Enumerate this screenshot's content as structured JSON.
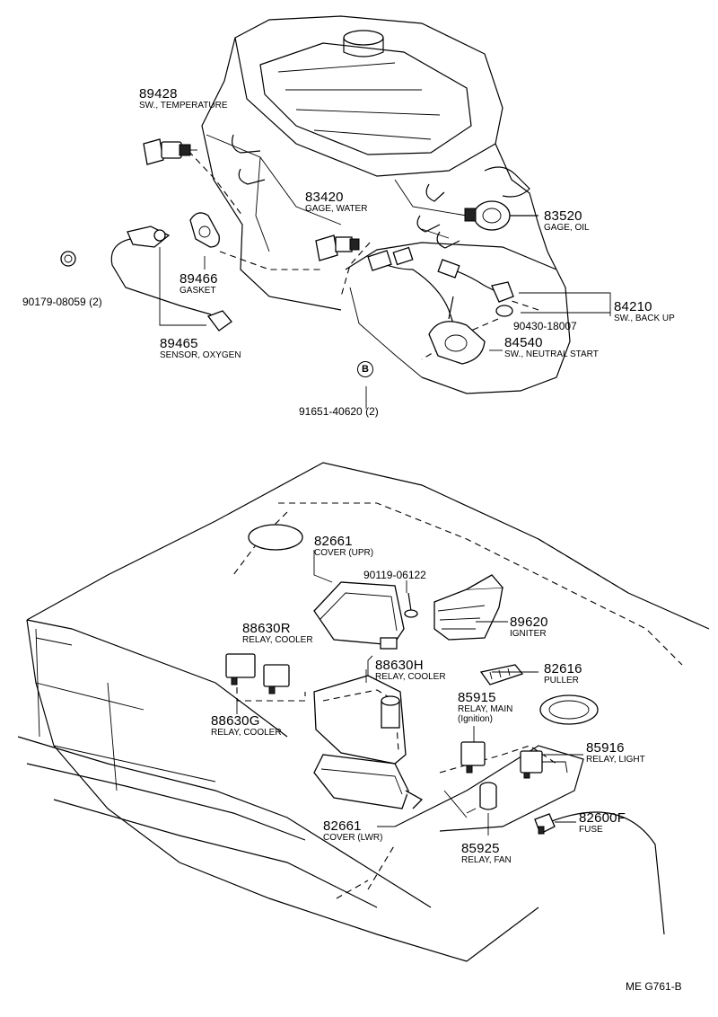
{
  "diagram": {
    "reference_code": "ME G761-B",
    "callout_letter": "B",
    "parts": [
      {
        "id": "p89428",
        "number": "89428",
        "desc": "SW., TEMPERATURE"
      },
      {
        "id": "p83420",
        "number": "83420",
        "desc": "GAGE, WATER"
      },
      {
        "id": "p83520",
        "number": "83520",
        "desc": "GAGE, OIL"
      },
      {
        "id": "p89466",
        "number": "89466",
        "desc": "GASKET"
      },
      {
        "id": "p90179",
        "number": "90179-08059 (2)",
        "desc": ""
      },
      {
        "id": "p84210",
        "number": "84210",
        "desc": "SW., BACK UP"
      },
      {
        "id": "p90430",
        "number": "90430-18007",
        "desc": ""
      },
      {
        "id": "p89465",
        "number": "89465",
        "desc": "SENSOR, OXYGEN"
      },
      {
        "id": "p84540",
        "number": "84540",
        "desc": "SW., NEUTRAL START"
      },
      {
        "id": "p91651",
        "number": "91651-40620 (2)",
        "desc": ""
      },
      {
        "id": "p82661u",
        "number": "82661",
        "desc": "COVER (UPR)"
      },
      {
        "id": "p90119",
        "number": "90119-06122",
        "desc": ""
      },
      {
        "id": "p89620",
        "number": "89620",
        "desc": "IGNITER"
      },
      {
        "id": "p88630R",
        "number": "88630R",
        "desc": "RELAY, COOLER"
      },
      {
        "id": "p88630H",
        "number": "88630H",
        "desc": "RELAY, COOLER"
      },
      {
        "id": "p82616",
        "number": "82616",
        "desc": "PULLER"
      },
      {
        "id": "p85915",
        "number": "85915",
        "desc": "RELAY, MAIN",
        "note": "(Ignition)"
      },
      {
        "id": "p88630G",
        "number": "88630G",
        "desc": "RELAY, COOLER"
      },
      {
        "id": "p85916",
        "number": "85916",
        "desc": "RELAY, LIGHT"
      },
      {
        "id": "p82661l",
        "number": "82661",
        "desc": "COVER (LWR)"
      },
      {
        "id": "p82600F",
        "number": "82600F",
        "desc": "FUSE"
      },
      {
        "id": "p85925",
        "number": "85925",
        "desc": "RELAY, FAN"
      }
    ]
  }
}
